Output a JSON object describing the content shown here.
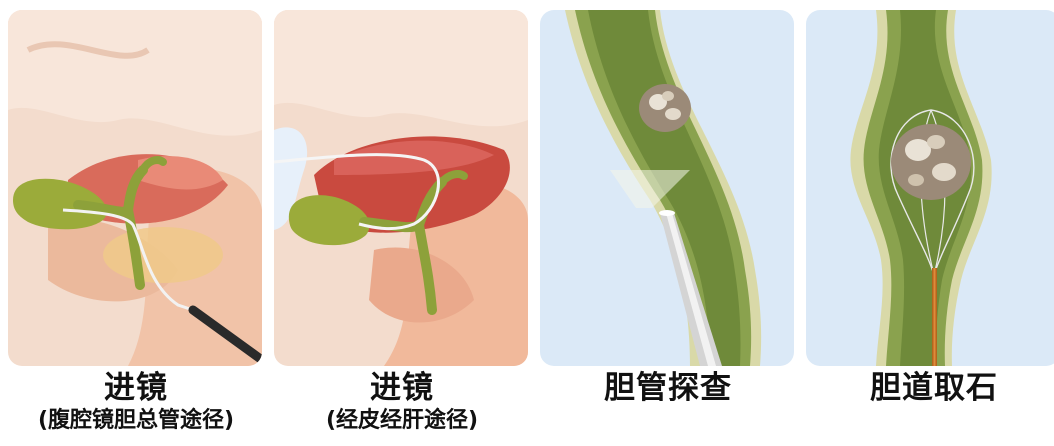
{
  "panels": [
    {
      "title": "进镜",
      "subtitle": "(腹腔镜胆总管途径)",
      "icon": "laparoscope-illustration"
    },
    {
      "title": "进镜",
      "subtitle": "(经皮经肝途径)",
      "icon": "percutaneous-illustration"
    },
    {
      "title": "胆管探查",
      "subtitle": "",
      "icon": "duct-exploration-illustration"
    },
    {
      "title": "胆道取石",
      "subtitle": "",
      "icon": "stone-retrieval-illustration"
    }
  ],
  "colors": {
    "panel_bg": "#dbe9f7",
    "skin": "#f6d8c4",
    "liver": "#c94a3f",
    "gallbladder": "#9bab3a",
    "duct_wall": "#8aa24e",
    "duct_lumen": "#6f8a3a",
    "stone": "#9b8a78",
    "scope": "#e4e4e4"
  }
}
